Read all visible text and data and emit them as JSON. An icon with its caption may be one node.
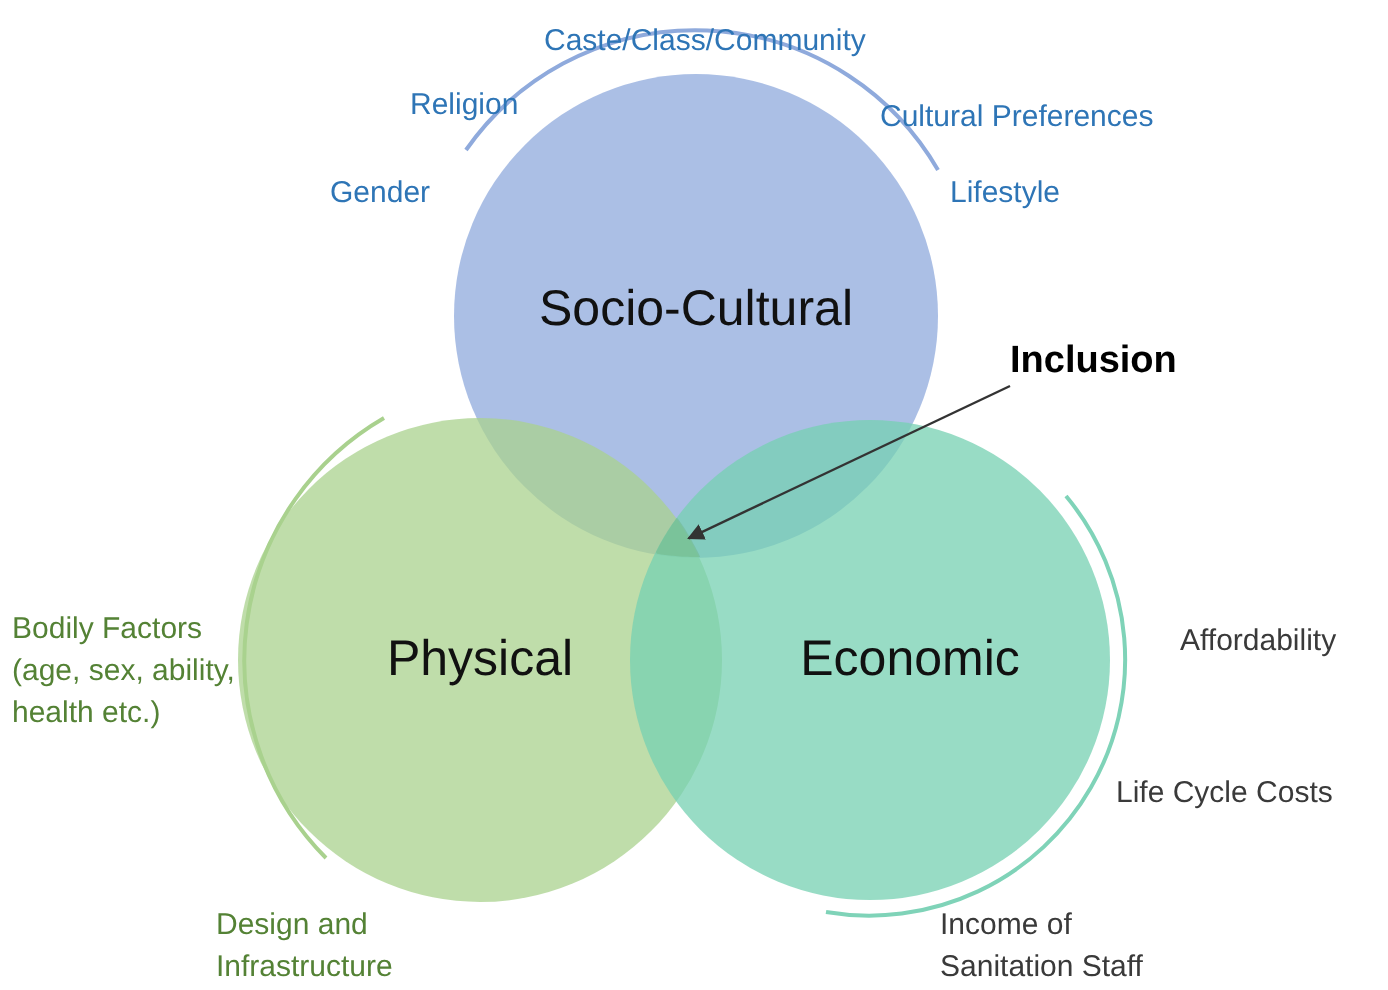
{
  "diagram": {
    "nodes": [
      {
        "text": [
          "Socio-Cultural"
        ],
        "beside": [
          "Caste/Class/Community",
          "Religion",
          "Cultural Preferences",
          "Gender",
          "Lifestyle"
        ]
      },
      {
        "text": [
          "Physical"
        ],
        "beside": [
          "Bodily Factors (age, sex, ability, health etc.)",
          "Design and Infrastructure"
        ]
      },
      {
        "text": [
          "Economic"
        ],
        "beside": [
          "Affordability",
          "Life Cycle Costs",
          "Income of Sanitation Staff"
        ]
      },
      {
        "text": [
          "Inclusion"
        ]
      },
      {
        "text": [],
        "shape": "region"
      }
    ],
    "edges": [
      {
        "from": 3,
        "to": 4,
        "arrow": "to"
      }
    ]
  }
}
